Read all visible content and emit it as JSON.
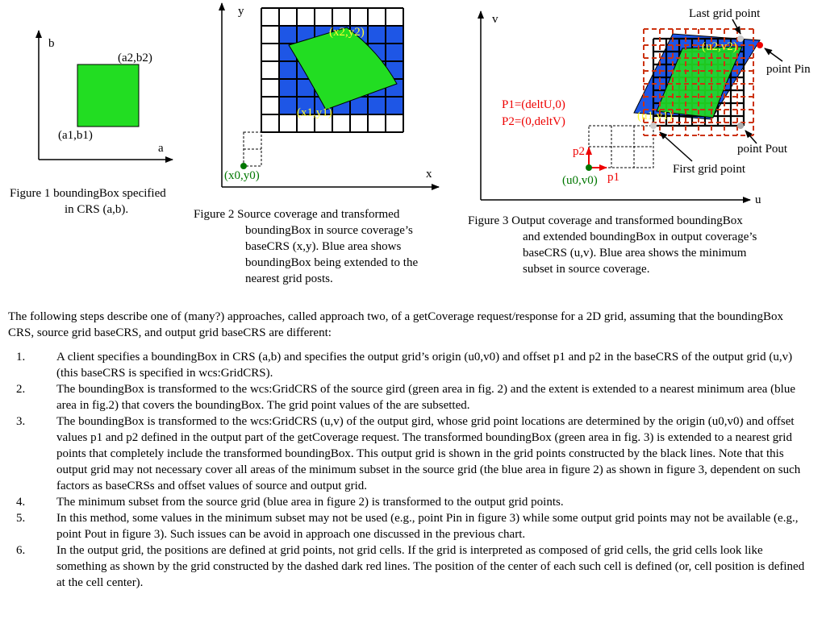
{
  "figure1": {
    "axis_x": "a",
    "axis_y": "b",
    "corner_min": "(a1,b1)",
    "corner_max": "(a2,b2)",
    "caption_line1": "Figure 1  boundingBox specified",
    "caption_line2": "in CRS (a,b)."
  },
  "figure2": {
    "axis_x": "x",
    "axis_y": "y",
    "origin": "(x0,y0)",
    "point1": "(x1,y1)",
    "point2": "(x2,y2)",
    "caption_line1": "Figure 2  Source  coverage and transformed",
    "caption_line2": "boundingBox in source coverage’s",
    "caption_line3": "baseCRS (x,y).  Blue area shows",
    "caption_line4": "boundingBox being extended to the",
    "caption_line5": "nearest grid posts."
  },
  "figure3": {
    "axis_x": "u",
    "axis_y": "v",
    "origin": "(u0,v0)",
    "offset1": "p1",
    "offset2": "p2",
    "p1_def": "P1=(deltU,0)",
    "p2_def": "P2=(0,deltV)",
    "point1": "(u1,v1)",
    "point2": "(u2,v2)",
    "last_grid_point": "Last grid point",
    "first_grid_point": "First grid point",
    "point_pin": "point Pin",
    "point_pout": "point Pout",
    "caption_line1": "Figure 3  Output coverage and transformed boundingBox",
    "caption_line2": "and extended boundingBox in output coverage’s",
    "caption_line3": "baseCRS (u,v). Blue area shows the minimum",
    "caption_line4": "subset in source coverage."
  },
  "colors": {
    "green_fill": "#22dd22",
    "blue_fill": "#1e56e6",
    "dark_red": "#cc3311",
    "red": "#ee0000",
    "label_green": "#007700",
    "label_yellow": "#ffff33"
  },
  "intro": "The following steps describe one of (many?) approaches, called approach two, of a getCoverage request/response for a 2D grid, assuming that the boundingBox CRS, source grid baseCRS, and output grid baseCRS are different:",
  "steps": [
    {
      "num": "1.",
      "text": "A client specifies a boundingBox in CRS (a,b) and specifies the output grid’s origin (u0,v0) and offset p1 and p2 in the baseCRS of the output grid (u,v) (this baseCRS is specified in wcs:GridCRS)."
    },
    {
      "num": "2.",
      "text": "The boundingBox is transformed to the wcs:GridCRS of the source gird (green area in fig. 2) and the extent is extended to a nearest minimum area (blue area in fig.2) that covers the boundingBox.  The grid point values of the are subsetted."
    },
    {
      "num": "3.",
      "text": "The boundingBox is transformed to the wcs:GridCRS (u,v) of the output gird, whose grid point locations are determined by the origin (u0,v0) and offset values p1 and p2 defined in the output part of the getCoverage request.  The transformed boundingBox (green area in fig. 3) is extended to a nearest grid points that completely include the transformed boundingBox.  This output grid is shown in the grid points constructed by the black lines.  Note that this output grid may not necessary cover all areas of the minimum subset in the source grid (the blue area in figure 2) as shown in figure 3, dependent on such factors as baseCRSs and offset values of source and output grid."
    },
    {
      "num": "4.",
      "text": "The minimum subset from the source grid (blue area in figure 2) is transformed to the output grid points."
    },
    {
      "num": "5.",
      "text": "In this method, some values in the minimum subset may not be used (e.g., point Pin in figure 3) while some output grid points may not be available (e.g., point Pout in figure 3).  Such issues can be avoid in approach one discussed in the previous chart."
    },
    {
      "num": "6.",
      "text": "In the output grid, the positions are defined at grid points, not grid cells.  If the grid is interpreted as composed of grid cells, the grid cells look like something as shown by the grid constructed by the dashed dark red lines.  The position of the center of each such cell is defined (or, cell position is defined at the cell center)."
    }
  ]
}
